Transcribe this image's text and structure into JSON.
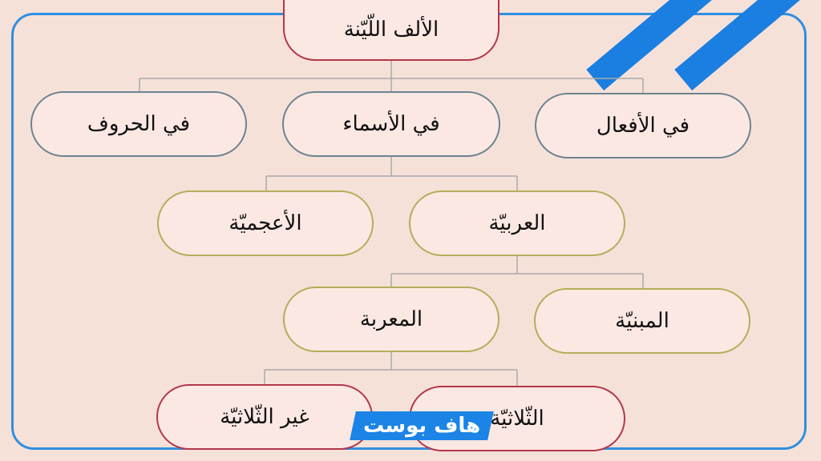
{
  "diagram": {
    "root": "الألف اللّيّنة",
    "level1": {
      "verbs": "في الأفعال",
      "nouns": "في الأسماء",
      "letters": "في الحروف"
    },
    "level2": {
      "arabic": "العربيّة",
      "foreign": "الأعجميّة"
    },
    "level3": {
      "indeclinable": "المبنيّة",
      "declinable": "المعربة"
    },
    "level4": {
      "triliteral": "الثّلاثيّة",
      "non_triliteral": "غير الثّلاثيّة"
    }
  },
  "watermark": {
    "text": "هاف بوست"
  },
  "colors": {
    "background": "#f6e1d9",
    "frame": "#2f8fe0",
    "red_border": "#b3364a",
    "blue_border": "#6d8391",
    "olive_border": "#b5ad5a",
    "brand_blue": "#1b84e6"
  }
}
